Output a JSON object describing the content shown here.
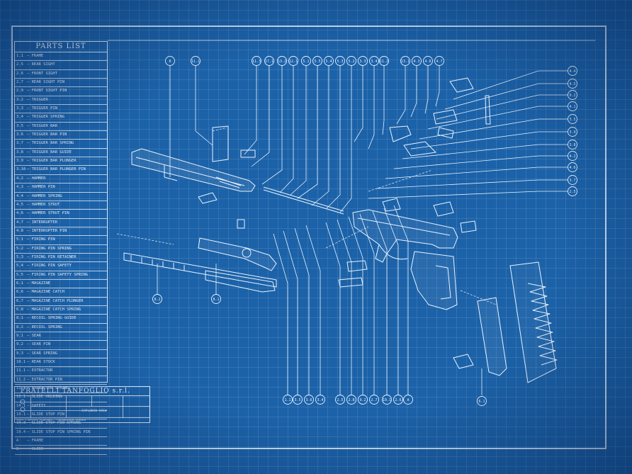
{
  "parts_list": {
    "title": "PARTS LIST",
    "items": [
      {
        "code": "1.1",
        "name": "FRAME"
      },
      {
        "code": "2.5",
        "name": "REAR SIGHT"
      },
      {
        "code": "2.6",
        "name": "FRONT SIGHT"
      },
      {
        "code": "2.7",
        "name": "REAR SIGHT PIN"
      },
      {
        "code": "2.9",
        "name": "FRONT SIGHT PIN"
      },
      {
        "code": "3.2",
        "name": "TRIGGER"
      },
      {
        "code": "3.3",
        "name": "TRIGGER PIN"
      },
      {
        "code": "3.4",
        "name": "TRIGGER SPRING"
      },
      {
        "code": "3.5",
        "name": "TRIGGER BAR"
      },
      {
        "code": "3.6",
        "name": "TRIGGER BAR PIN"
      },
      {
        "code": "3.7",
        "name": "TRIGGER BAR SPRING"
      },
      {
        "code": "3.8",
        "name": "TRIGGER BAR GUIDE"
      },
      {
        "code": "3.9",
        "name": "TRIGGER BAR PLUNGER"
      },
      {
        "code": "3.10",
        "name": "TRIGGER BAR PLUNGER PIN"
      },
      {
        "code": "4.2",
        "name": "HAMMER"
      },
      {
        "code": "4.3",
        "name": "HAMMER PIN"
      },
      {
        "code": "4.4",
        "name": "HAMMER SPRING"
      },
      {
        "code": "4.5",
        "name": "HAMMER STRUT"
      },
      {
        "code": "4.6",
        "name": "HAMMER STRUT PIN"
      },
      {
        "code": "4.7",
        "name": "INTERRUPTER"
      },
      {
        "code": "4.8",
        "name": "INTERRUPTER PIN"
      },
      {
        "code": "5.1",
        "name": "FIRING PIN"
      },
      {
        "code": "5.2",
        "name": "FIRING PIN SPRING"
      },
      {
        "code": "5.3",
        "name": "FIRING PIN RETAINER"
      },
      {
        "code": "5.4",
        "name": "FIRING PIN SAFETY"
      },
      {
        "code": "5.5",
        "name": "FIRING PIN SAFETY SPRING"
      },
      {
        "code": "6.1",
        "name": "MAGAZINE"
      },
      {
        "code": "6.6",
        "name": "MAGAZINE CATCH"
      },
      {
        "code": "6.7",
        "name": "MAGAZINE CATCH PLUNGER"
      },
      {
        "code": "6.8",
        "name": "MAGAZINE CATCH SPRING"
      },
      {
        "code": "8.1",
        "name": "RECOIL SPRING GUIDE"
      },
      {
        "code": "8.2",
        "name": "RECOIL SPRING"
      },
      {
        "code": "9.1",
        "name": "SEAR"
      },
      {
        "code": "9.2",
        "name": "SEAR PIN"
      },
      {
        "code": "9.3",
        "name": "SEAR SPRING"
      },
      {
        "code": "10.1",
        "name": "REAR STOCK"
      },
      {
        "code": "11.1",
        "name": "EXTRACTOR"
      },
      {
        "code": "11.2",
        "name": "EXTRACTOR PIN"
      },
      {
        "code": "11.3",
        "name": "EXTRACTOR SPRING"
      },
      {
        "code": "12.1",
        "name": "SLIDE HOLDING"
      },
      {
        "code": "14.1",
        "name": "SAFETY"
      },
      {
        "code": "19.1",
        "name": "SLIDE STOP PIN"
      },
      {
        "code": "19.3",
        "name": "SLIDE STOP PIN SPRING"
      },
      {
        "code": "19.4",
        "name": "SLIDE STOP PIN SPRING PIN"
      },
      {
        "code": "A",
        "name": "FRAME"
      },
      {
        "code": "B",
        "name": "SLIDE"
      }
    ]
  },
  "title_block": {
    "company": "FRATELLI TANFOGLIO s.r.l.",
    "caption": "EXPLODED VIEW",
    "footer": "Tutti i diritti riservati - riproduzione vietata"
  },
  "callouts": {
    "top": [
      "B",
      "11.1",
      "11.3",
      "17.1",
      "13.2",
      "12.1",
      "5.1",
      "5.5",
      "5.4",
      "5.3",
      "5.2",
      "3.3",
      "3.4",
      "11.2",
      "13.1",
      "4.3",
      "4.8",
      "4.7"
    ],
    "right": [
      "4.4",
      "4.5",
      "9.2",
      "4.1",
      "3.5",
      "3.9",
      "3.8",
      "4.2",
      "4.6",
      "3.7",
      "2.5"
    ],
    "bottom": [
      "1.1",
      "3.5",
      "3.6",
      "3.4",
      "2.5",
      "2.8",
      "9.2",
      "2.7",
      "19.1",
      "2.6",
      "A"
    ],
    "left": [
      "8.2",
      "8.1"
    ],
    "magazine": "6.1"
  },
  "colors": {
    "paper": "#1c62a8",
    "ink": "#e8f3ff"
  }
}
